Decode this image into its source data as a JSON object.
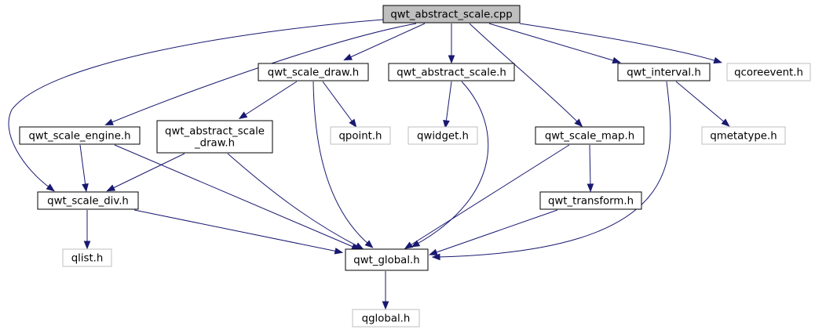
{
  "diagram": {
    "type": "include-dependency-graph",
    "colors": {
      "edge": "#191970",
      "focus_fill": "#bfbfbf",
      "local_border": "#000000",
      "external_border": "#bfbfbf"
    },
    "nodes": [
      {
        "id": "qwt_abstract_scale_cpp",
        "lines": [
          "qwt_abstract_scale.cpp"
        ],
        "kind": "focus"
      },
      {
        "id": "qwt_scale_draw_h",
        "lines": [
          "qwt_scale_draw.h"
        ],
        "kind": "local"
      },
      {
        "id": "qwt_abstract_scale_h",
        "lines": [
          "qwt_abstract_scale.h"
        ],
        "kind": "local"
      },
      {
        "id": "qwt_interval_h",
        "lines": [
          "qwt_interval.h"
        ],
        "kind": "local"
      },
      {
        "id": "qcoreevent_h",
        "lines": [
          "qcoreevent.h"
        ],
        "kind": "external"
      },
      {
        "id": "qwt_scale_engine_h",
        "lines": [
          "qwt_scale_engine.h"
        ],
        "kind": "local"
      },
      {
        "id": "qwt_abstract_scale_draw_h",
        "lines": [
          "qwt_abstract_scale",
          "_draw.h"
        ],
        "kind": "local"
      },
      {
        "id": "qpoint_h",
        "lines": [
          "qpoint.h"
        ],
        "kind": "external"
      },
      {
        "id": "qwidget_h",
        "lines": [
          "qwidget.h"
        ],
        "kind": "external"
      },
      {
        "id": "qwt_scale_map_h",
        "lines": [
          "qwt_scale_map.h"
        ],
        "kind": "local"
      },
      {
        "id": "qmetatype_h",
        "lines": [
          "qmetatype.h"
        ],
        "kind": "external"
      },
      {
        "id": "qwt_scale_div_h",
        "lines": [
          "qwt_scale_div.h"
        ],
        "kind": "local"
      },
      {
        "id": "qwt_transform_h",
        "lines": [
          "qwt_transform.h"
        ],
        "kind": "local"
      },
      {
        "id": "qlist_h",
        "lines": [
          "qlist.h"
        ],
        "kind": "external"
      },
      {
        "id": "qwt_global_h",
        "lines": [
          "qwt_global.h"
        ],
        "kind": "local"
      },
      {
        "id": "qglobal_h",
        "lines": [
          "qglobal.h"
        ],
        "kind": "external"
      }
    ],
    "edges": [
      {
        "from": "qwt_abstract_scale_cpp",
        "to": "qwt_scale_draw_h"
      },
      {
        "from": "qwt_abstract_scale_cpp",
        "to": "qwt_abstract_scale_h"
      },
      {
        "from": "qwt_abstract_scale_cpp",
        "to": "qwt_interval_h"
      },
      {
        "from": "qwt_abstract_scale_cpp",
        "to": "qcoreevent_h"
      },
      {
        "from": "qwt_abstract_scale_cpp",
        "to": "qwt_scale_engine_h"
      },
      {
        "from": "qwt_abstract_scale_cpp",
        "to": "qwt_scale_map_h"
      },
      {
        "from": "qwt_abstract_scale_cpp",
        "to": "qwt_scale_div_h"
      },
      {
        "from": "qwt_scale_draw_h",
        "to": "qwt_abstract_scale_draw_h"
      },
      {
        "from": "qwt_scale_draw_h",
        "to": "qpoint_h"
      },
      {
        "from": "qwt_scale_draw_h",
        "to": "qwt_global_h"
      },
      {
        "from": "qwt_abstract_scale_h",
        "to": "qwidget_h"
      },
      {
        "from": "qwt_abstract_scale_h",
        "to": "qwt_global_h"
      },
      {
        "from": "qwt_interval_h",
        "to": "qmetatype_h"
      },
      {
        "from": "qwt_interval_h",
        "to": "qwt_global_h"
      },
      {
        "from": "qwt_scale_engine_h",
        "to": "qwt_scale_div_h"
      },
      {
        "from": "qwt_scale_engine_h",
        "to": "qwt_global_h"
      },
      {
        "from": "qwt_abstract_scale_draw_h",
        "to": "qwt_scale_div_h"
      },
      {
        "from": "qwt_abstract_scale_draw_h",
        "to": "qwt_global_h"
      },
      {
        "from": "qwt_scale_map_h",
        "to": "qwt_transform_h"
      },
      {
        "from": "qwt_scale_map_h",
        "to": "qwt_global_h"
      },
      {
        "from": "qwt_scale_div_h",
        "to": "qlist_h"
      },
      {
        "from": "qwt_scale_div_h",
        "to": "qwt_global_h"
      },
      {
        "from": "qwt_transform_h",
        "to": "qwt_global_h"
      },
      {
        "from": "qwt_global_h",
        "to": "qglobal_h"
      }
    ]
  }
}
